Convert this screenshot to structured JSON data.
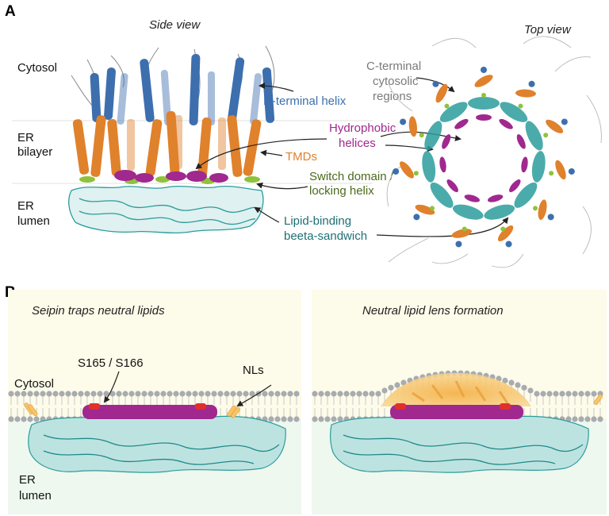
{
  "panel_a": {
    "letter": "A",
    "side_view_title": "Side view",
    "top_view_title": "Top view",
    "regions": {
      "cytosol": "Cytosol",
      "er_bilayer_1": "ER",
      "er_bilayer_2": "bilayer",
      "er_lumen_1": "ER",
      "er_lumen_2": "lumen"
    },
    "labels": {
      "n_terminal_helix": "N-terminal helix",
      "c_terminal_1": "C-terminal",
      "c_terminal_2": "cytosolic",
      "c_terminal_3": "regions",
      "hydrophobic_1": "Hydrophobic",
      "hydrophobic_2": "helices",
      "tmds": "TMDs",
      "switch_1": "Switch domain /",
      "switch_2": "locking helix",
      "lipid_1": "Lipid-binding",
      "lipid_2": "beeta-sandwich"
    }
  },
  "panel_b": {
    "letter": "B",
    "left_title": "Seipin traps neutral lipids",
    "right_title": "Neutral lipid lens formation",
    "labels": {
      "s165": "S165 / S166",
      "nls": "NLs",
      "cytosol": "Cytosol",
      "er_lumen_1": "ER",
      "er_lumen_2": "lumen"
    }
  },
  "colors": {
    "n_terminal": "#3d6fae",
    "tmd": "#e0812c",
    "hydrophobic": "#a0288f",
    "switch": "#4b6a1c",
    "lumen": "#1f6f73",
    "teal": "#2b9c9c",
    "grey_text": "#7a7a7a",
    "lime": "#8fc23a",
    "lipid_bead": "#a8acb0",
    "lens": "#f7c36a",
    "cyto_bg": "#fdfbe9",
    "lumen_bg": "#eef8ee"
  }
}
